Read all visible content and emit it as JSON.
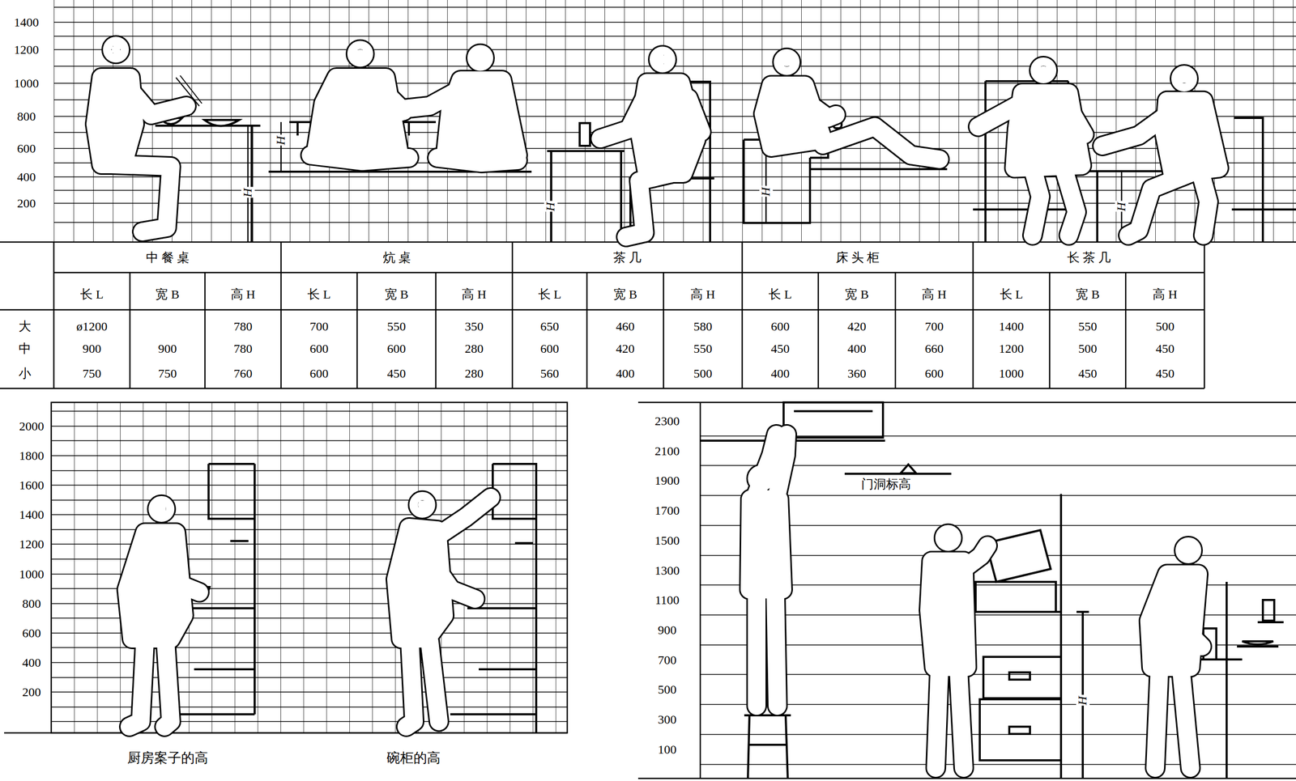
{
  "diagram": {
    "labels": [
      "1400",
      "1200",
      "1000",
      "800",
      "600",
      "400",
      "200",
      "H",
      "H",
      "H",
      "H",
      "H",
      "中 餐 桌",
      "炕 桌",
      "茶 几",
      "床 头 柜",
      "长 茶 几",
      "长 L",
      "宽 B",
      "高 H",
      "长 L",
      "宽 B",
      "高 H",
      "长 L",
      "宽 B",
      "高 H",
      "长 L",
      "宽 B",
      "高 H",
      "长 L",
      "宽 B",
      "高 H",
      "大",
      "中",
      "小",
      "ø1200",
      "780",
      "700",
      "550",
      "350",
      "650",
      "460",
      "580",
      "600",
      "420",
      "700",
      "1400",
      "550",
      "500",
      "900",
      "900",
      "780",
      "600",
      "600",
      "280",
      "600",
      "420",
      "550",
      "450",
      "400",
      "660",
      "1200",
      "500",
      "450",
      "750",
      "750",
      "760",
      "600",
      "450",
      "280",
      "560",
      "400",
      "500",
      "400",
      "360",
      "600",
      "1000",
      "450",
      "450",
      "2000",
      "1800",
      "1600",
      "1400",
      "1200",
      "1000",
      "800",
      "600",
      "400",
      "200",
      "厨房案子的高",
      "碗柜的高",
      "2300",
      "2100",
      "1900",
      "1700",
      "1500",
      "1300",
      "1100",
      "900",
      "700",
      "500",
      "300",
      "100",
      "门洞标高",
      "H"
    ]
  }
}
